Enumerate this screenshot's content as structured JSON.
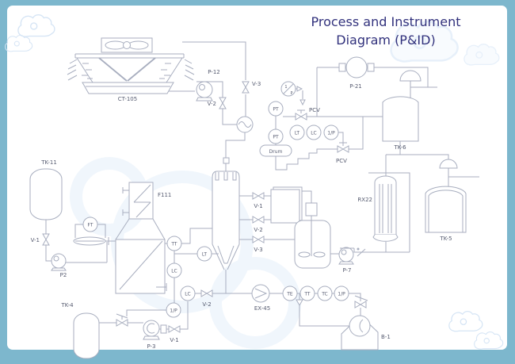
{
  "title": {
    "line1": "Process and Instrument",
    "line2": "Diagram (P&ID)"
  },
  "colors": {
    "frame": "#7db7cd",
    "canvas": "#ffffff",
    "pipe": "#a8aebf",
    "label": "#565b70",
    "title": "#31317c"
  },
  "labels": {
    "ct105": "CT-105",
    "p12": "P-12",
    "v2_p12": "V-2",
    "v3_top": "V-3",
    "tk11": "TK-11",
    "v1_tk11": "V-1",
    "p2": "P2",
    "f111": "F111",
    "tk4": "TK-4",
    "p3": "P-3",
    "v1_p3": "V-1",
    "v2_drain": "V-2",
    "ex45": "EX-45",
    "b1": "B-1",
    "drum": "Drum",
    "pcv_top": "PCV",
    "pcv_mid": "PCV",
    "p21": "P-21",
    "tk6": "TK-6",
    "rx22": "RX22",
    "tk5": "TK-5",
    "p7": "P-7",
    "v1_col": "V-1",
    "v2_col": "V-2",
    "v3_col": "V-3"
  },
  "instruments": {
    "ft": "FT",
    "tt_f111": "TT",
    "lt_col": "LT",
    "lc_f111": "LC",
    "lc_drain": "LC",
    "ip_tk4": "1/P",
    "pt_upper": "PT",
    "pt_lower": "PT",
    "ip_top_n": "1",
    "ip_top_d": "P",
    "lt_drum": "LT",
    "lc_drum": "LC",
    "ip_drum": "1/P",
    "te": "TE",
    "tt_ex": "TT",
    "tc": "TC",
    "ip_ex": "1/P"
  }
}
